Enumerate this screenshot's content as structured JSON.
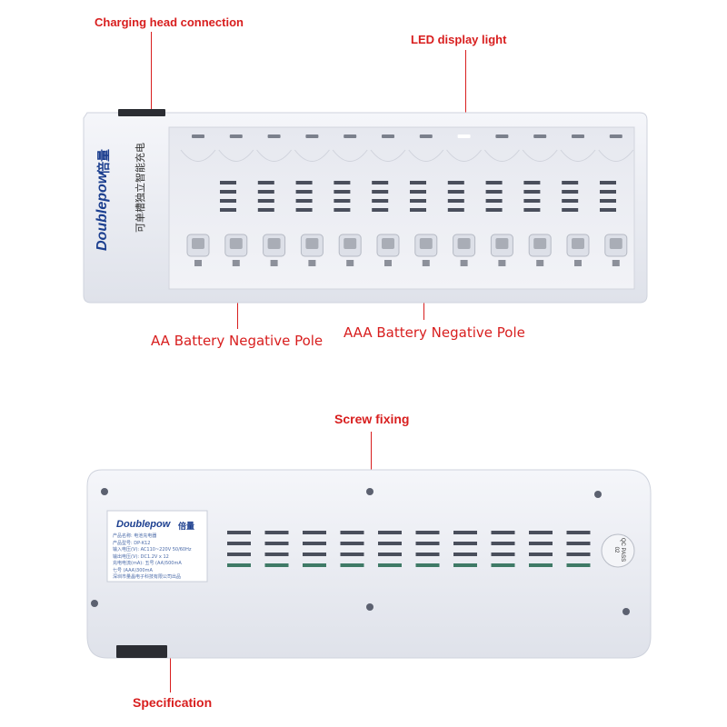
{
  "callouts": {
    "charging_head": "Charging head connection",
    "led_light": "LED display light",
    "aa_negative": "AA Battery Negative Pole",
    "aaa_negative": "AAA Battery Negative Pole",
    "screw_fixing": "Screw fixing",
    "specification": "Specification"
  },
  "product": {
    "brand": "Doublepow",
    "brand_cn": "倍量",
    "tagline_cn": "可单槽独立智能充电",
    "slot_count": 12,
    "body_color": "#eef0f6",
    "slot_color": "#d9dce6",
    "grille_color": "#4a4f5c",
    "contact_color": "#a9adb6"
  },
  "spec_label": {
    "brand": "Doublepow",
    "brand_cn": "倍量",
    "lines": [
      "产品名称: 电池充电器",
      "产品型号: DP-K12",
      "输入电压(V): AC110~220V 50/60Hz",
      "输出电压(V): DC1.2V x 12",
      "充电电流(mA): 五号 (AA)500mA",
      "七号 (AAA)300mA",
      "深圳市量晶电子科技有限公司出品"
    ]
  },
  "qc_mark": "QC PASS 02",
  "colors": {
    "callout": "#d81e1e",
    "brand_blue": "#1c3f8f"
  }
}
